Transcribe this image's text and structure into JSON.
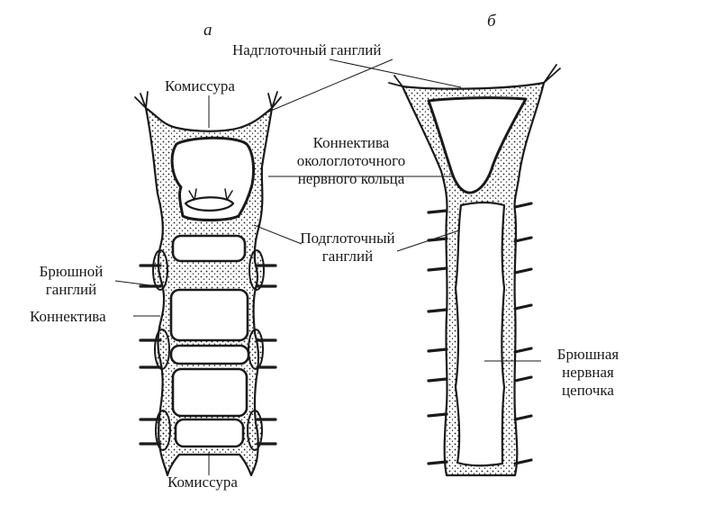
{
  "figure": {
    "panel_a": "а",
    "panel_b": "б",
    "labels": {
      "supraesophageal": "Надглоточный ганглий",
      "commissure_top": "Комиссура",
      "connective_ring": [
        "Коннектива",
        "окологлоточного",
        "нервного кольца"
      ],
      "subesophageal": [
        "Подглоточный",
        "ганглий"
      ],
      "ventral_ganglion": [
        "Брюшной",
        "ганглий"
      ],
      "connective": "Коннектива",
      "commissure_bottom": "Комиссура",
      "ventral_chain": [
        "Брюшная",
        "нервная",
        "цепочка"
      ]
    }
  },
  "colors": {
    "ink": "#1a1a1a",
    "paper": "#ffffff"
  }
}
